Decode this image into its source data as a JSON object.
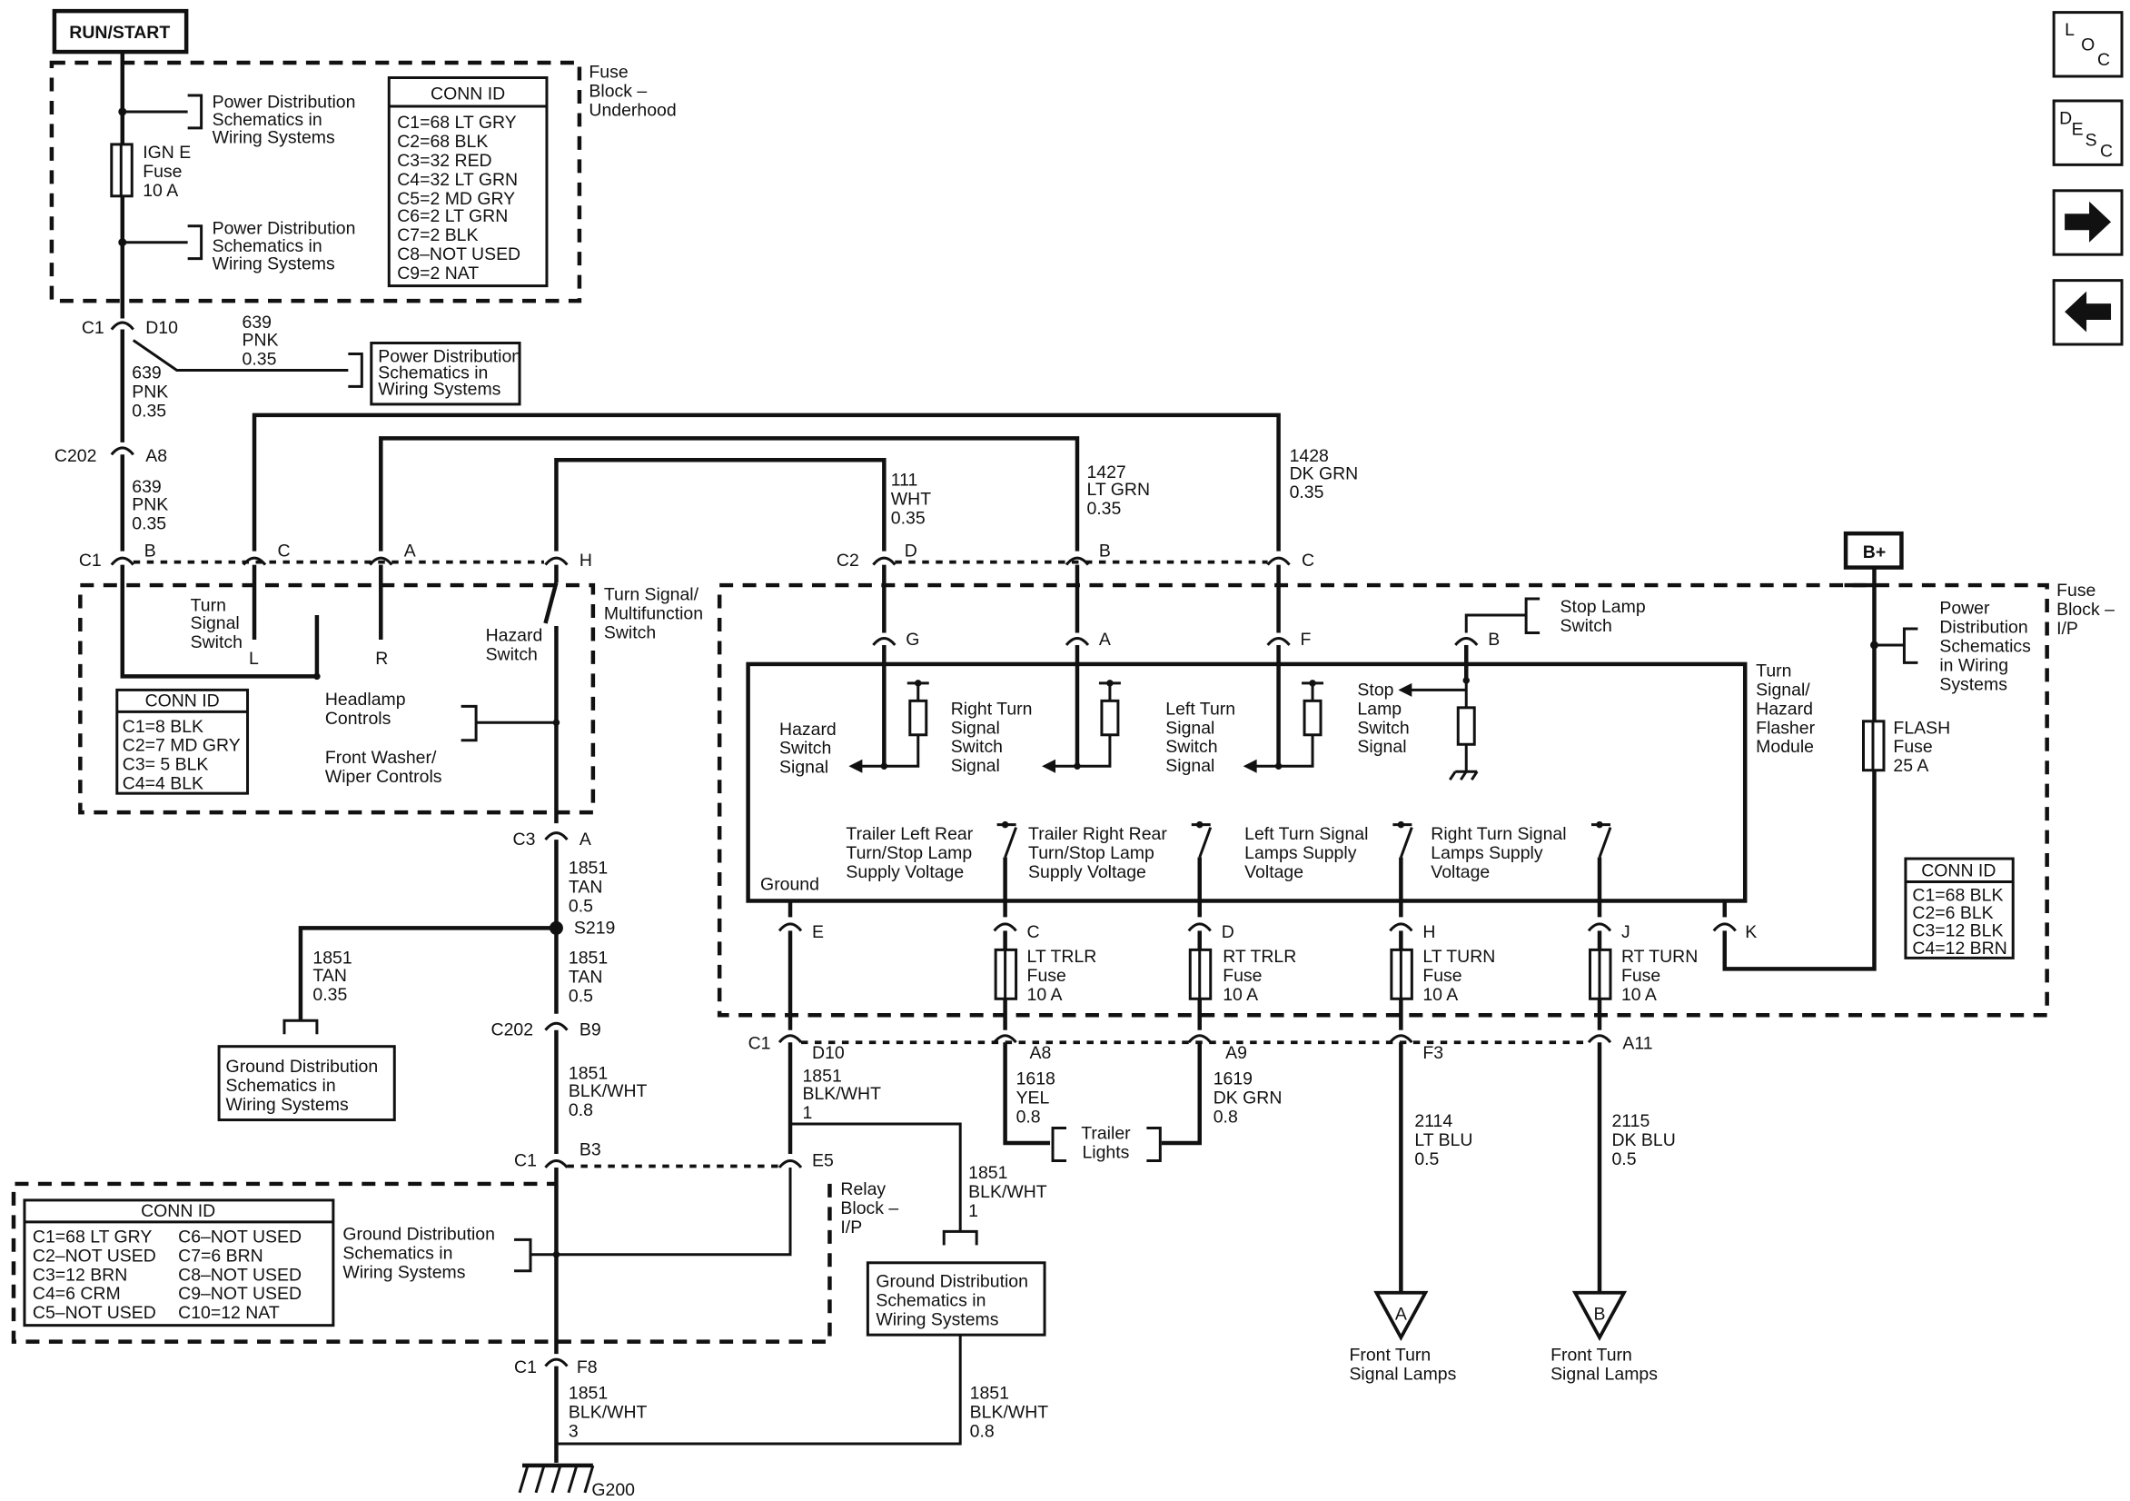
{
  "power_source": "RUN/START",
  "power_source_bplus": "B+",
  "nav": {
    "loc": [
      "L",
      "O",
      "C"
    ],
    "desc": [
      "D",
      "E",
      "S",
      "C"
    ],
    "next_glyph": "➡",
    "prev_glyph": "⬅"
  },
  "fuse_block_underhood": [
    "Fuse",
    "Block –",
    "Underhood"
  ],
  "fuse_block_ip": [
    "Fuse",
    "Block –",
    "I/P"
  ],
  "relay_block_ip": [
    "Relay",
    "Block –",
    "I/P"
  ],
  "power_dist_ref": [
    "Power Distribution",
    "Schematics in",
    "Wiring  Systems"
  ],
  "power_dist_ref2": [
    "Power",
    "Distribution",
    "Schematics",
    "in Wiring",
    "Systems"
  ],
  "ground_dist_ref": [
    "Ground Distribution",
    "Schematics in",
    "Wiring Systems"
  ],
  "conn_id_underhood": {
    "title": "CONN ID",
    "rows": [
      "C1=68 LT GRY",
      "C2=68 BLK",
      "C3=32 RED",
      "C4=32 LT GRN",
      "C5=2 MD GRY",
      "C6=2 LT GRN",
      "C7=2 BLK",
      "C8–NOT USED",
      "C9=2 NAT"
    ]
  },
  "conn_id_switch": {
    "title": "CONN ID",
    "rows": [
      "C1=8 BLK",
      "C2=7 MD GRY",
      "C3= 5 BLK",
      "C4=4 BLK"
    ]
  },
  "conn_id_fuse_ip": {
    "title": "CONN ID",
    "rows": [
      "C1=68 BLK",
      "C2=6 BLK",
      "C3=12 BLK",
      "C4=12 BRN"
    ]
  },
  "conn_id_relay": {
    "title": "CONN ID",
    "rows": [
      "C1=68 LT GRY",
      "C2–NOT USED",
      "C3=12 BRN",
      "C4=6 CRM",
      "C5–NOT USED",
      "C6–NOT USED",
      "C7=6 BRN",
      "C8–NOT USED",
      "C9–NOT USED",
      "C10=12 NAT"
    ]
  },
  "ign_fuse": [
    "IGN E",
    "Fuse",
    "10 A"
  ],
  "flash_fuse": [
    "FLASH",
    "Fuse",
    "25 A"
  ],
  "wire_639_a": [
    "639",
    "PNK",
    "0.35"
  ],
  "wire_639_b": [
    "639",
    "PNK",
    "0.35"
  ],
  "wire_639_c": [
    "639",
    "PNK",
    "0.35"
  ],
  "wire_111": [
    "111",
    "WHT",
    "0.35"
  ],
  "wire_1427": [
    "1427",
    "LT GRN",
    "0.35"
  ],
  "wire_1428": [
    "1428",
    "DK GRN",
    "0.35"
  ],
  "wire_1851_tan_a": [
    "1851",
    "TAN",
    "0.5"
  ],
  "wire_1851_tan_b": [
    "1851",
    "TAN",
    "0.35"
  ],
  "wire_1851_tan_c": [
    "1851",
    "TAN",
    "0.5"
  ],
  "wire_1851_blkwht_a": [
    "1851",
    "BLK/WHT",
    "0.8"
  ],
  "wire_1851_blkwht_b": [
    "1851",
    "BLK/WHT",
    "1"
  ],
  "wire_1851_blkwht_c": [
    "1851",
    "BLK/WHT",
    "1"
  ],
  "wire_1851_blkwht_d": [
    "1851",
    "BLK/WHT",
    "3"
  ],
  "wire_1851_blkwht_e": [
    "1851",
    "BLK/WHT",
    "0.8"
  ],
  "wire_1618": [
    "1618",
    "YEL",
    "0.8"
  ],
  "wire_1619": [
    "1619",
    "DK GRN",
    "0.8"
  ],
  "wire_2114": [
    "2114",
    "LT BLU",
    "0.5"
  ],
  "wire_2115": [
    "2115",
    "DK BLU",
    "0.5"
  ],
  "conn": {
    "c1": "C1",
    "c2": "C2",
    "c3": "C3",
    "c202": "C202",
    "d10": "D10",
    "a8": "A8",
    "a9": "A9",
    "a11": "A11",
    "f3": "F3",
    "b": "B",
    "c": "C",
    "a": "A",
    "h": "H",
    "d": "D",
    "g": "G",
    "f": "F",
    "e": "E",
    "j": "J",
    "k": "K",
    "b3": "B3",
    "b9": "B9",
    "e5": "E5",
    "f8": "F8",
    "l": "L",
    "r": "R"
  },
  "s219": "S219",
  "g200": "G200",
  "turn_signal_switch": [
    "Turn",
    "Signal",
    "Switch"
  ],
  "hazard_switch": [
    "Hazard",
    "Switch"
  ],
  "multifunction_switch": [
    "Turn Signal/",
    "Multifunction",
    "Switch"
  ],
  "headlamp_controls": [
    "Headlamp",
    "Controls"
  ],
  "washer_controls": [
    "Front Washer/",
    "Wiper Controls"
  ],
  "stop_lamp_switch": [
    "Stop Lamp",
    "Switch"
  ],
  "flasher_module": [
    "Turn",
    "Signal/",
    "Hazard",
    "Flasher",
    "Module"
  ],
  "hazard_switch_signal": [
    "Hazard",
    "Switch",
    "Signal"
  ],
  "right_turn_signal": [
    "Right Turn",
    "Signal",
    "Switch",
    "Signal"
  ],
  "left_turn_signal": [
    "Left Turn",
    "Signal",
    "Switch",
    "Signal"
  ],
  "stop_lamp_signal": [
    "Stop",
    "Lamp",
    "Switch",
    "Signal"
  ],
  "trailer_left": [
    "Trailer Left Rear",
    "Turn/Stop Lamp",
    "Supply Voltage"
  ],
  "trailer_right": [
    "Trailer Right Rear",
    "Turn/Stop Lamp",
    "Supply Voltage"
  ],
  "left_turn_supply": [
    "Left Turn Signal",
    "Lamps Supply",
    "Voltage"
  ],
  "right_turn_supply": [
    "Right Turn Signal",
    "Lamps Supply",
    "Voltage"
  ],
  "ground_label": "Ground",
  "fuse_lt_trlr": [
    "LT TRLR",
    "Fuse",
    "10 A"
  ],
  "fuse_rt_trlr": [
    "RT TRLR",
    "Fuse",
    "10 A"
  ],
  "fuse_lt_turn": [
    "LT TURN",
    "Fuse",
    "10 A"
  ],
  "fuse_rt_turn": [
    "RT TURN",
    "Fuse",
    "10 A"
  ],
  "trailer_lights": [
    "Trailer",
    "Lights"
  ],
  "offpage_a": "A",
  "offpage_b": "B",
  "front_turn_a": [
    "Front Turn",
    "Signal Lamps"
  ],
  "front_turn_b": [
    "Front Turn",
    "Signal Lamps"
  ]
}
